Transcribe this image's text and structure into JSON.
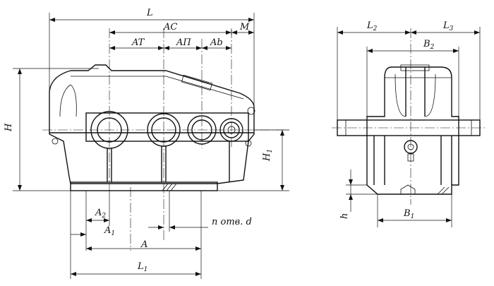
{
  "labels": {
    "L": "L",
    "AC": "AC",
    "M": "M",
    "AT": "AT",
    "AP": "AП",
    "Ab": "Ab",
    "H": "H",
    "H1_main": "H",
    "H1_sub": "1",
    "A2_main": "A",
    "A2_sub": "2",
    "A1_main": "A",
    "A1_sub": "1",
    "A": "A",
    "L1_main": "L",
    "L1_sub": "1",
    "n_otv_d": "n отв. d",
    "L2_main": "L",
    "L2_sub": "2",
    "L3_main": "L",
    "L3_sub": "3",
    "B2_main": "B",
    "B2_sub": "2",
    "B1_main": "B",
    "B1_sub": "1",
    "h": "h"
  }
}
